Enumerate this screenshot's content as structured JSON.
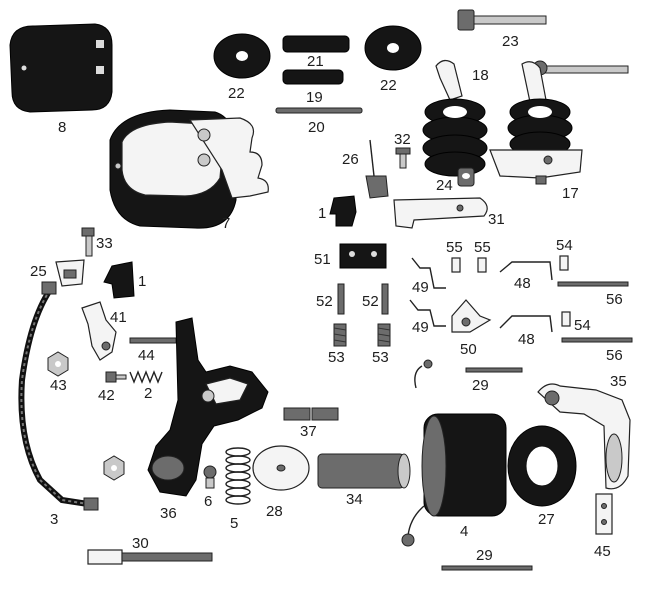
{
  "labels": {
    "p1a": "1",
    "p1b": "1",
    "p2": "2",
    "p3": "3",
    "p4": "4",
    "p5": "5",
    "p6": "6",
    "p7": "7",
    "p8": "8",
    "p17": "17",
    "p18": "18",
    "p19": "19",
    "p20": "20",
    "p21": "21",
    "p22a": "22",
    "p22b": "22",
    "p23": "23",
    "p24": "24",
    "p25": "25",
    "p26": "26",
    "p27": "27",
    "p28": "28",
    "p29a": "29",
    "p29b": "29",
    "p30": "30",
    "p31": "31",
    "p32": "32",
    "p33": "33",
    "p34": "34",
    "p35": "35",
    "p36": "36",
    "p37": "37",
    "p41": "41",
    "p42": "42",
    "p43": "43",
    "p44": "44",
    "p45": "45",
    "p48a": "48",
    "p48b": "48",
    "p49a": "49",
    "p49b": "49",
    "p50": "50",
    "p51": "51",
    "p52a": "52",
    "p52b": "52",
    "p53a": "53",
    "p53b": "53",
    "p54a": "54",
    "p54b": "54",
    "p55a": "55",
    "p55b": "55",
    "p56a": "56",
    "p56b": "56"
  }
}
